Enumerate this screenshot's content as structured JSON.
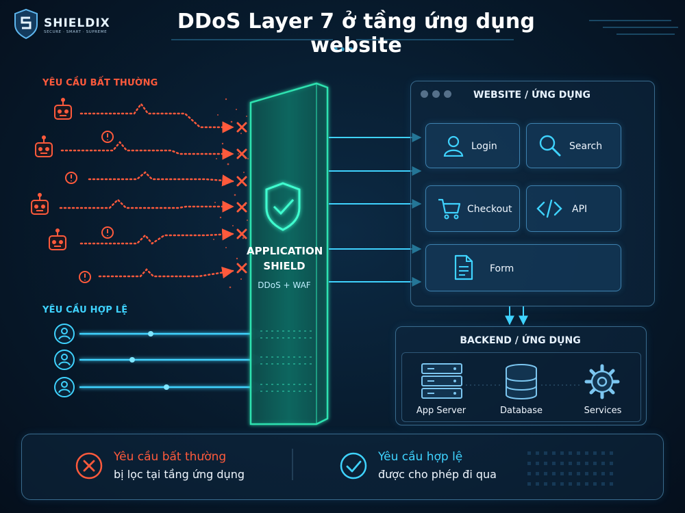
{
  "title": "DDoS Layer 7 ở tầng ứng dụng website",
  "logo": {
    "name": "SHIELDIX",
    "tagline": "SECURE · SMART · SUPREME"
  },
  "labels": {
    "abnormal": "YÊU CẦU BẤT THƯỜNG",
    "legit": "YÊU CẦU HỢP LỆ"
  },
  "shield": {
    "title_line1": "APPLICATION",
    "title_line2": "SHIELD",
    "subtitle": "DDoS + WAF"
  },
  "website": {
    "title": "WEBSITE / ỨNG DỤNG",
    "cards": [
      {
        "label": "Login",
        "icon": "user-icon"
      },
      {
        "label": "Search",
        "icon": "search-icon"
      },
      {
        "label": "Checkout",
        "icon": "cart-icon"
      },
      {
        "label": "API",
        "icon": "code-icon"
      },
      {
        "label": "Form",
        "icon": "document-icon"
      }
    ]
  },
  "backend": {
    "title": "BACKEND / ỨNG DỤNG",
    "items": [
      {
        "label": "App Server",
        "icon": "server-icon"
      },
      {
        "label": "Database",
        "icon": "database-icon"
      },
      {
        "label": "Services",
        "icon": "gear-icon"
      }
    ]
  },
  "legend": {
    "abnormal": {
      "title": "Yêu cầu bất thường",
      "desc": "bị lọc tại tầng ứng dụng"
    },
    "legit": {
      "title": "Yêu cầu hợp lệ",
      "desc": "được cho phép đi qua"
    }
  },
  "colors": {
    "threat": "#ff5a3c",
    "legit": "#3fd3ff",
    "shield": "#2de2b0",
    "panel_border": "#3a6c8e"
  }
}
